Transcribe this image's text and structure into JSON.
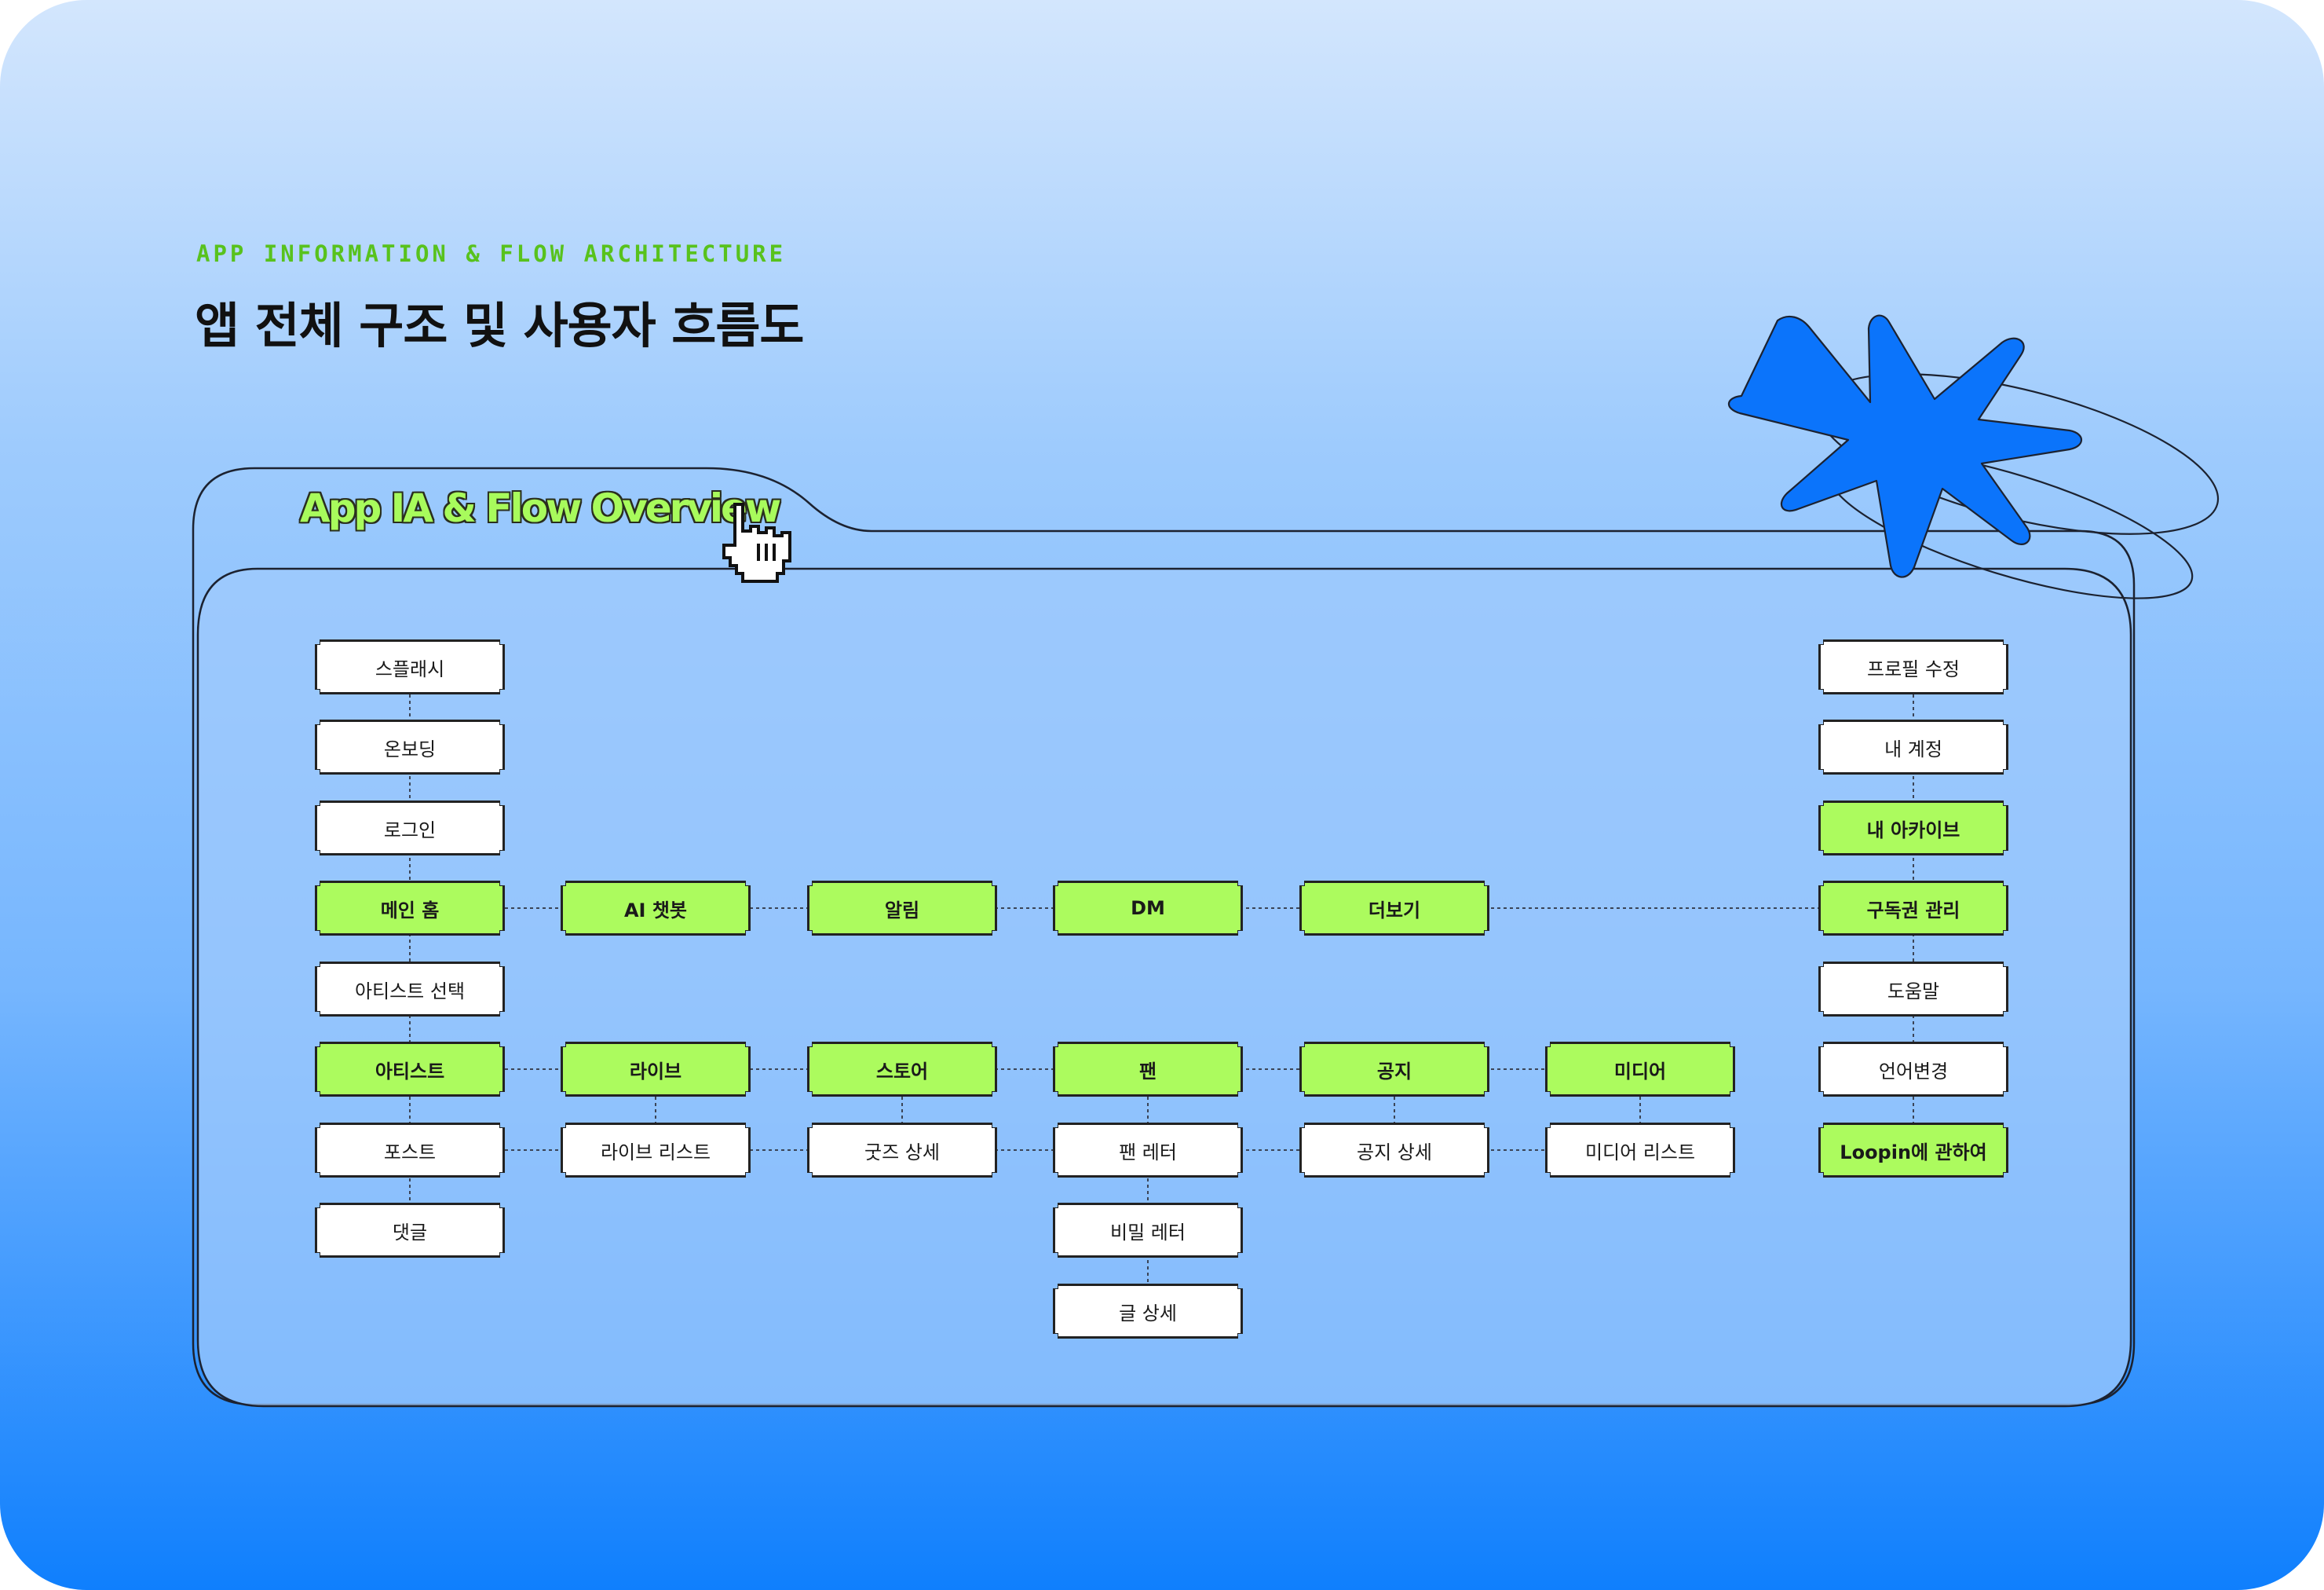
{
  "header": {
    "eyebrow": "APP INFORMATION & FLOW ARCHITECTURE",
    "title": "앱 전체 구조 및 사용자 흐름도"
  },
  "folder": {
    "tab_label": "App IA & Flow Overview"
  },
  "colors": {
    "highlight": "#acfb5e",
    "star": "#0b74fb",
    "eyebrow": "#58c21d",
    "node_border": "#222222"
  },
  "icons": [
    "star-icon",
    "pointer-hand-icon"
  ],
  "nodes": {
    "splash": "스플래시",
    "onboarding": "온보딩",
    "login": "로그인",
    "main_home": "메인 홈",
    "ai_chatbot": "AI 챗봇",
    "notifications": "알림",
    "dm": "DM",
    "more": "더보기",
    "artist_select": "아티스트 선택",
    "artist": "아티스트",
    "live": "라이브",
    "store": "스토어",
    "fan": "팬",
    "notice": "공지",
    "media": "미디어",
    "post": "포스트",
    "live_list": "라이브 리스트",
    "goods_detail": "굿즈 상세",
    "fan_letter": "팬 레터",
    "notice_detail": "공지 상세",
    "media_list": "미디어 리스트",
    "comments": "댓글",
    "secret_letter": "비밀 레터",
    "post_detail": "글 상세",
    "profile_edit": "프로필 수정",
    "my_account": "내 계정",
    "my_archive": "내 아카이브",
    "subscription": "구독권 관리",
    "help": "도움말",
    "language": "언어변경",
    "about": "Loopin에 관하여"
  },
  "highlighted": [
    "main_home",
    "ai_chatbot",
    "notifications",
    "dm",
    "more",
    "artist",
    "live",
    "store",
    "fan",
    "notice",
    "media",
    "my_archive",
    "subscription",
    "about"
  ]
}
